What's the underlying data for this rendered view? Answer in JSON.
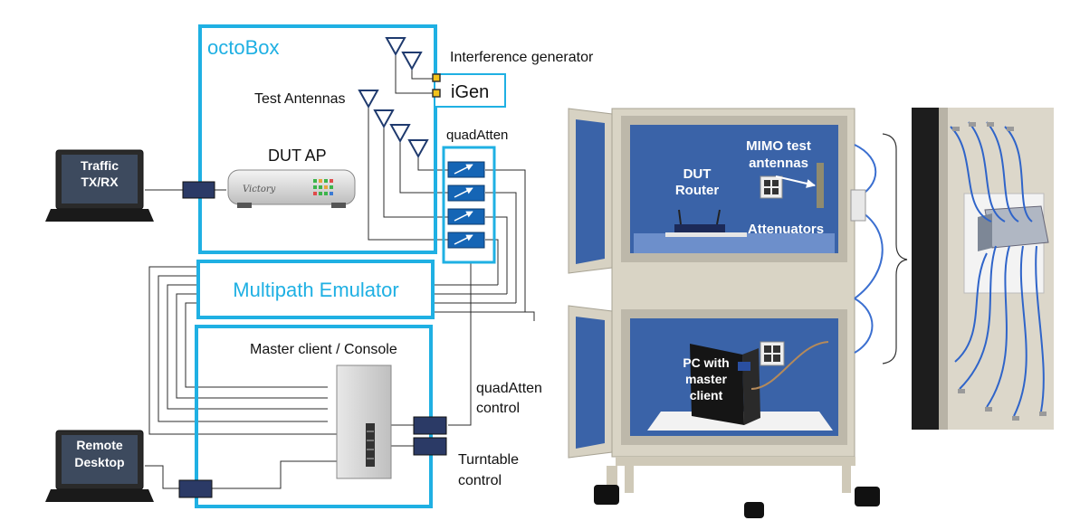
{
  "labels": {
    "octobox": "octoBox",
    "interference_generator": "Interference generator",
    "igen": "iGen",
    "test_antennas": "Test Antennas",
    "quadatten": "quadAtten",
    "dut_ap": "DUT AP",
    "ap_brand": "Victory",
    "traffic_line1": "Traffic",
    "traffic_line2": "TX/RX",
    "multipath_emulator": "Multipath Emulator",
    "master_client": "Master client / Console",
    "quadatten_control_line1": "quadAtten",
    "quadatten_control_line2": "control",
    "turntable_control_line1": "Turntable",
    "turntable_control_line2": "control",
    "remote_line1": "Remote",
    "remote_line2": "Desktop"
  },
  "photo_labels": {
    "dut_router_line1": "DUT",
    "dut_router_line2": "Router",
    "mimo_line1": "MIMO test",
    "mimo_line2": "antennas",
    "attenuators": "Attenuators",
    "pc_line1": "PC with",
    "pc_line2": "master",
    "pc_line3": "client"
  },
  "colors": {
    "accent_blue": "#1fb0e3",
    "navy": "#1f3a6e",
    "attenuator_blue": "#1565b5",
    "chamber_blue": "#3a63a8"
  }
}
